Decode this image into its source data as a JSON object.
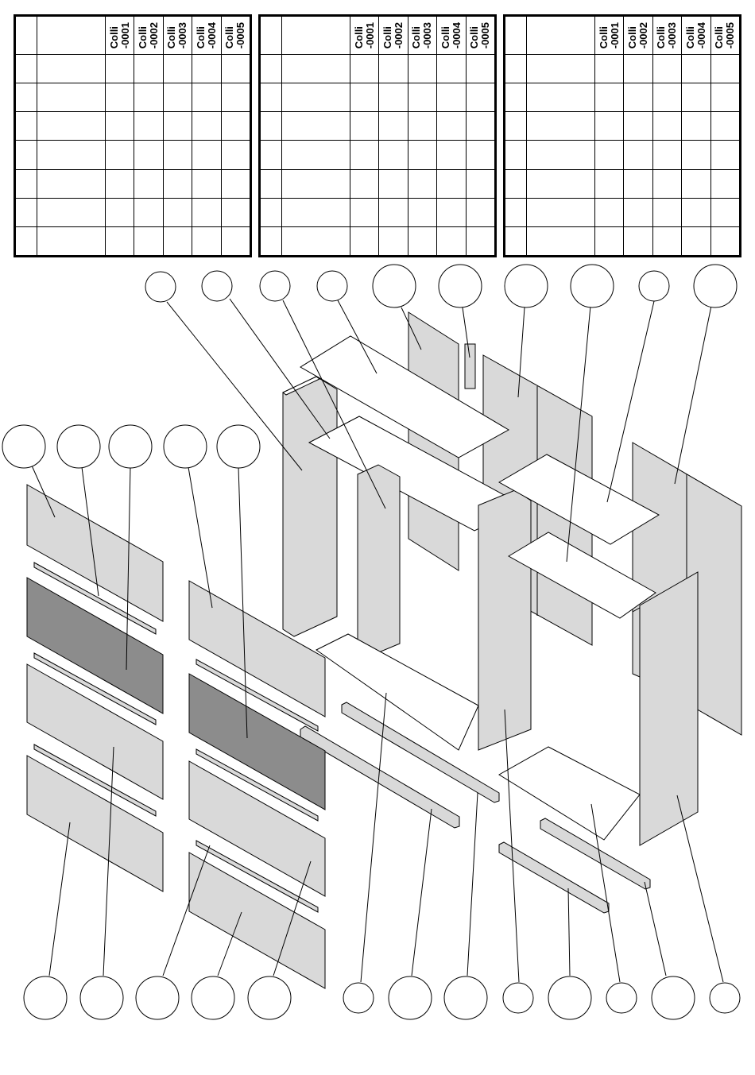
{
  "tables": [
    {
      "columns": [
        "Colli\n-0001",
        "Colli\n-0002",
        "Colli\n-0003",
        "Colli\n-0004",
        "Colli\n-0005"
      ],
      "rows": 7
    },
    {
      "columns": [
        "Colli\n-0001",
        "Colli\n-0002",
        "Colli\n-0003",
        "Colli\n-0004",
        "Colli\n-0005"
      ],
      "rows": 7
    },
    {
      "columns": [
        "Colli\n-0001",
        "Colli\n-0002",
        "Colli\n-0003",
        "Colli\n-0004",
        "Colli\n-0005"
      ],
      "rows": 7
    }
  ],
  "colors": {
    "panel_light": "#d9d9d9",
    "panel_dark": "#8c8c8c",
    "panel_white": "#ffffff",
    "line": "#000000"
  }
}
